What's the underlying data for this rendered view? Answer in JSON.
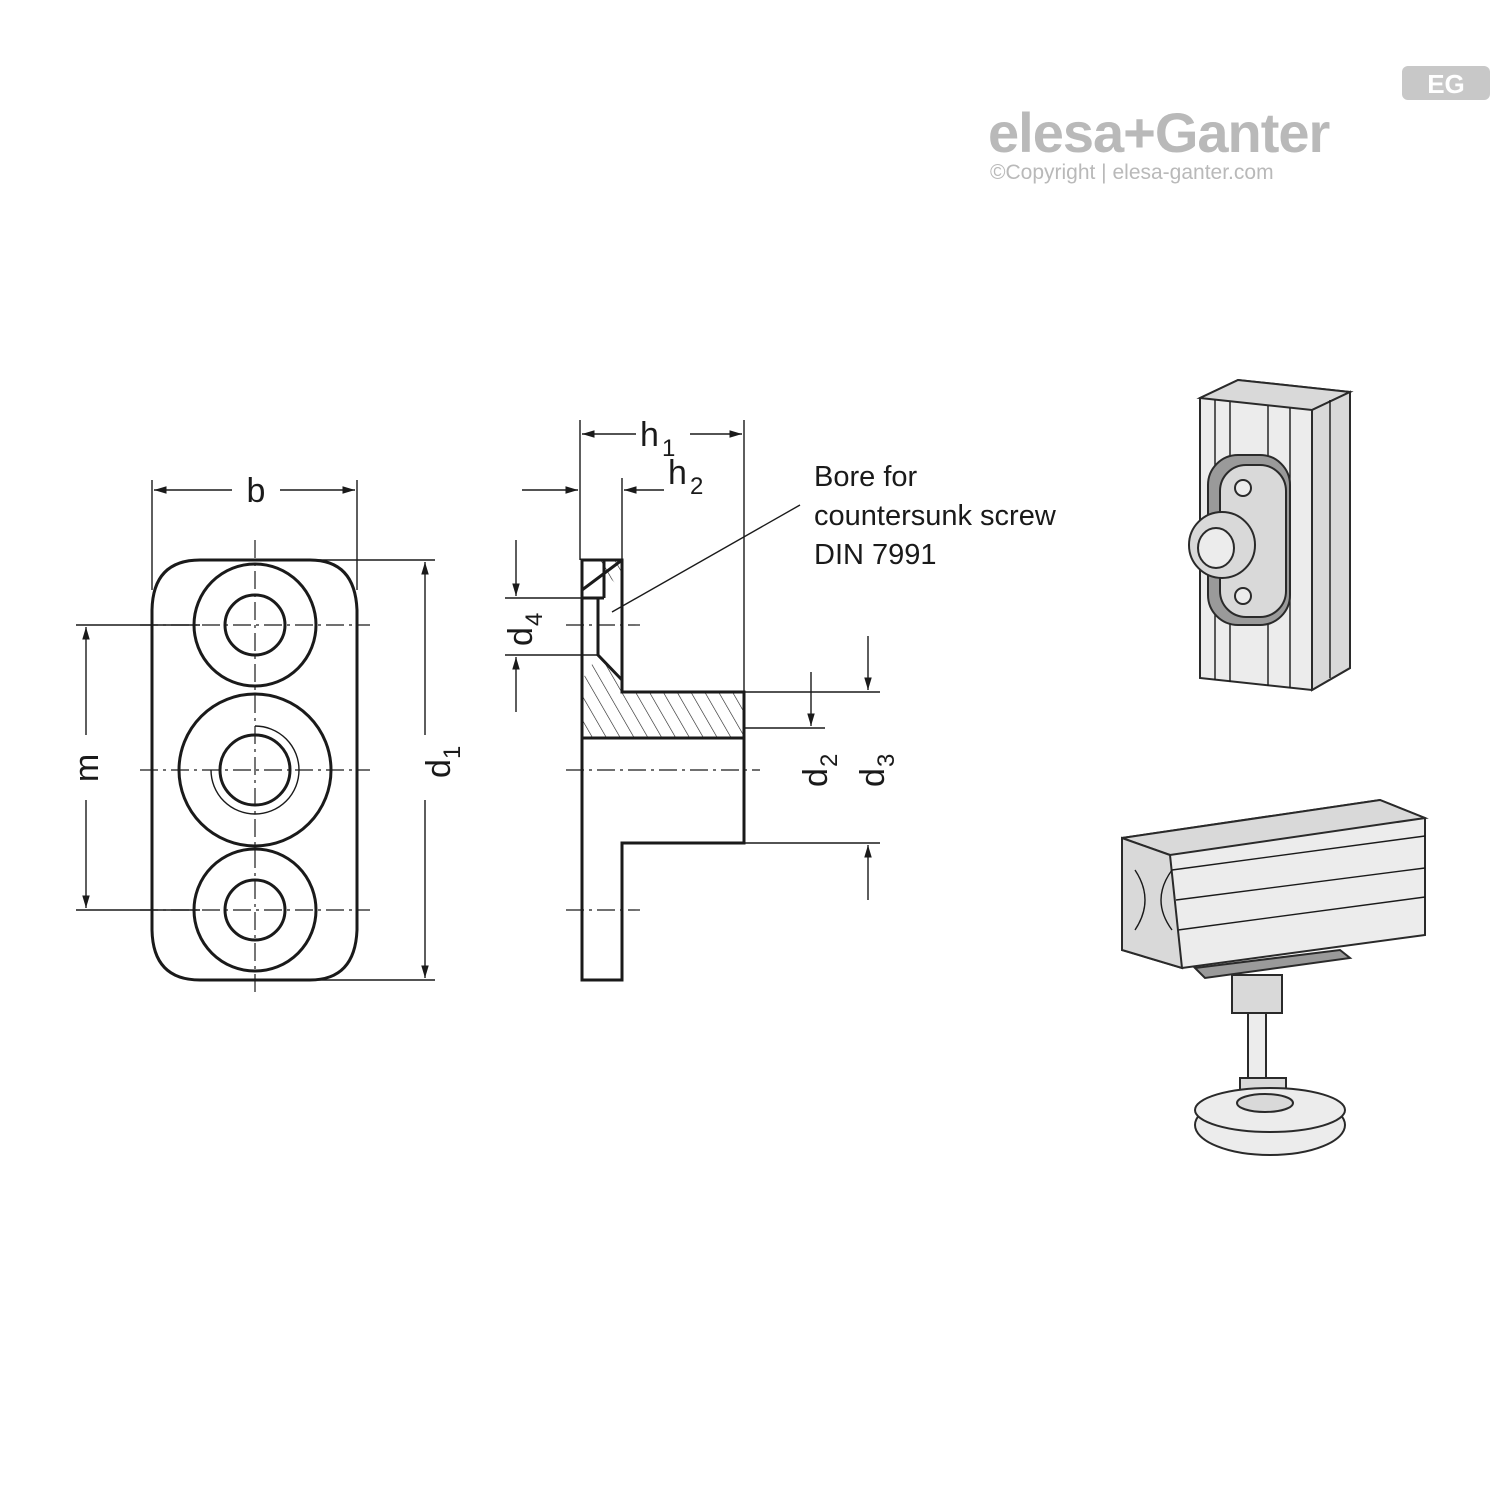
{
  "brand": {
    "logo_text": "elesa+Ganter",
    "badge_text": "EG",
    "copyright": "©Copyright | elesa-ganter.com"
  },
  "front_view": {
    "labels": {
      "b": "b",
      "m": "m",
      "d1": "d",
      "d1_sub": "1"
    }
  },
  "side_view": {
    "labels": {
      "h1": "h",
      "h1_sub": "1",
      "h2": "h",
      "h2_sub": "2",
      "d4": "d",
      "d4_sub": "4",
      "d2": "d",
      "d2_sub": "2",
      "d3": "d",
      "d3_sub": "3"
    },
    "note_lines": [
      "Bore for",
      "countersunk screw",
      "DIN 7991"
    ]
  },
  "illustrations": {
    "top": "profile-with-mounted-plate",
    "bottom": "profile-with-leveling-foot"
  },
  "colors": {
    "line": "#1a1a1a",
    "logo_gray": "#b9b9b9",
    "hatch": "#1a1a1a"
  }
}
